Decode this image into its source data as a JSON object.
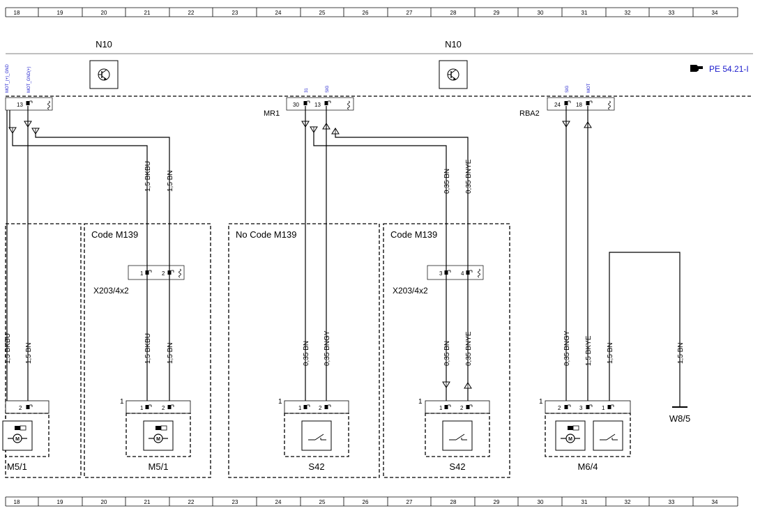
{
  "grid": {
    "columns": [
      "18",
      "19",
      "20",
      "21",
      "22",
      "23",
      "24",
      "25",
      "26",
      "27",
      "28",
      "29",
      "30",
      "31",
      "32",
      "33",
      "34"
    ]
  },
  "reference": {
    "icon": "hand-pointer-icon",
    "text": "PE 54.21-I"
  },
  "modules": [
    {
      "label": "N10",
      "icon": "transistor-icon"
    },
    {
      "label": "N10",
      "icon": "transistor-icon"
    }
  ],
  "connectors": {
    "left": {
      "pins": [
        "13"
      ],
      "pin_labels": [
        "MOT_GND(+)"
      ],
      "partial_label": "MOT_(+)_GND"
    },
    "mr1": {
      "label": "MR1",
      "pins": [
        "30",
        "13"
      ],
      "pin_labels": [
        "31",
        "SIG"
      ]
    },
    "rba2": {
      "label": "RBA2",
      "pins": [
        "24",
        "18"
      ],
      "pin_labels": [
        "SIG",
        "MOT"
      ]
    }
  },
  "wires": {
    "left_bkbu_top": "1,5 BKBU",
    "left_bn_top": "1,5 BN",
    "mid_bn_top": "0,35 BN",
    "mid_bnye_top": "0,35 BNYE",
    "edge_bkbu": "1,5 BKBU",
    "edge_bn": "1,5 BN",
    "m51_bkbu": "1,5 BKBU",
    "m51_bn": "1,5 BN",
    "s42a_bn": "0,35 BN",
    "s42a_bngy": "0,35 BNGY",
    "s42b_bn": "0,35 BN",
    "s42b_bnye": "0,35 BNYE",
    "m64_bngy": "0,35 BNGY",
    "m64_bkye": "1,5 BKYE",
    "m64_bn": "1,5 BN",
    "w85_bn": "1,5 BN"
  },
  "code_boxes": [
    {
      "title": "Code M139"
    },
    {
      "title": "No  Code M139"
    },
    {
      "title": "Code M139"
    }
  ],
  "couplings": [
    {
      "label": "X203/4x2",
      "pins": [
        "1",
        "2"
      ]
    },
    {
      "label": "X203/4x2",
      "pins": [
        "3",
        "4"
      ]
    }
  ],
  "components": [
    {
      "label": "M5/1",
      "pins": [
        "2"
      ],
      "icon": "motor-icon"
    },
    {
      "label": "M5/1",
      "number": "1",
      "pins": [
        "1",
        "2"
      ],
      "icon": "motor-icon"
    },
    {
      "label": "S42",
      "number": "1",
      "pins": [
        "1",
        "2"
      ],
      "icon": "switch-icon"
    },
    {
      "label": "S42",
      "number": "1",
      "pins": [
        "1",
        "2"
      ],
      "icon": "switch-icon"
    },
    {
      "label": "M6/4",
      "number": "1",
      "pins": [
        "2",
        "3",
        "1"
      ],
      "icons": [
        "motor-icon",
        "switch-icon"
      ]
    }
  ],
  "ground": {
    "label": "W8/5",
    "icon": "ground-icon"
  }
}
